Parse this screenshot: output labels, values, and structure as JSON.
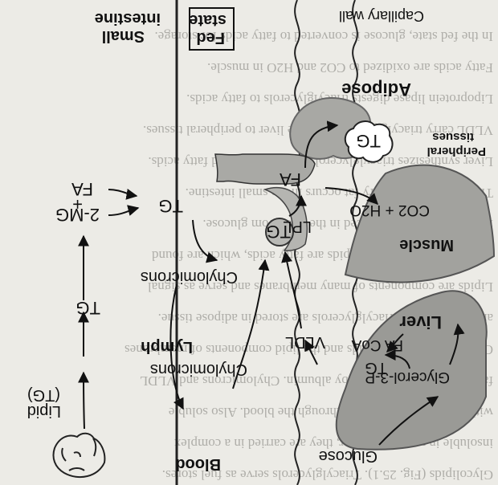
{
  "background_text": {
    "lines": [
      "Glycolipids (Fig. 25.1). Triacylglycerols serve as fuel stores.",
      "insoluble in water. However, they are carried in a complex",
      "with proteins (lipoproteins) through the blood. Also soluble",
      "fatty acids are transported by albumin. Chylomicrons and VLDL",
      "Cholesterol, phospholipids and the lipid components of membranes",
      "are hydrophobic; triacylglycerols are stored in adipose tissue.",
      "Lipids are components of many membranes and serve as signal",
      "molecules. The simplest lipids are fatty acids, which are found",
      "in food and are synthesized in the liver from glucose.",
      "The digestion of dietary fat occurs in the small intestine.",
      "Liver synthesizes triacylglycerols from glucose and fatty acids.",
      "VLDL carry triacylglycerols from the liver to peripheral tissues.",
      "Lipoprotein lipase digests triacylglycerols to fatty acids.",
      "Fatty acids are oxidized to CO2 and H2O in muscle.",
      "In the fed state, glucose is converted to fatty acids for storage."
    ]
  },
  "labels": {
    "lipid": "Lipid",
    "lipid_tg": "(TG)",
    "blood": "Blood",
    "lymph": "Lymph",
    "small_intestine_1": "Small",
    "small_intestine_2": "intestine",
    "fed_state_1": "Fed",
    "fed_state_2": "state",
    "capillary_wall": "Capillary wall",
    "tg_lymph": "TG",
    "two_mg": "2-MG",
    "plus": "+",
    "fa_intestine": "FA",
    "tg_intestine": "TG",
    "chylomicrons_intestine": "Chylomicrons",
    "chylomicrons_blood": "Chylomicrons",
    "vldl": "VLDL",
    "tg_capillary": "TG",
    "lpl": "LPL",
    "fa_capillary": "FA",
    "tg_adipose": "TG",
    "adipose": "Adipose",
    "peripheral_1": "Peripheral",
    "peripheral_2": "tissues",
    "co2_h2o": "CO2 + H2O",
    "muscle": "Muscle",
    "liver": "Liver",
    "fa_coa": "FA CoA",
    "tg_liver": "TG",
    "glycerol_3_p": "Glycerol-3-P",
    "glucose": "Glucose"
  }
}
